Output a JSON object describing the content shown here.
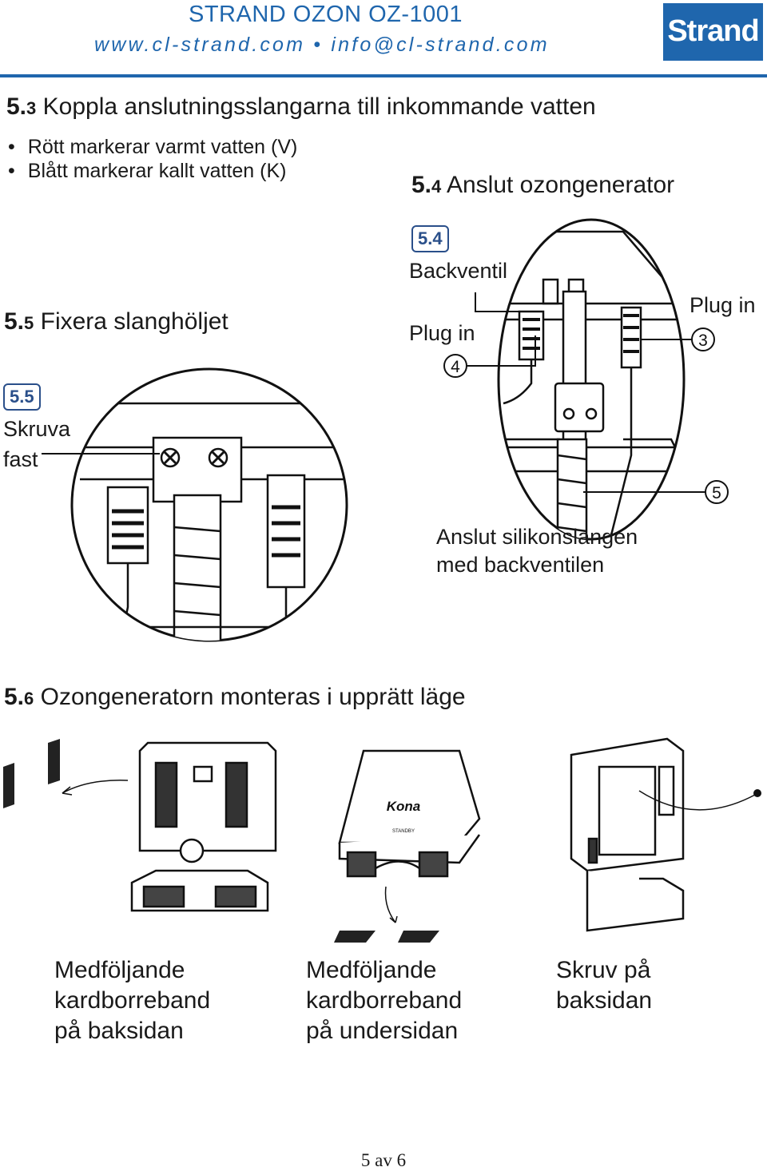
{
  "header": {
    "title": "STRAND OZON OZ-1001",
    "website_line": "www.cl-strand.com • info@cl-strand.com",
    "logo_text": "Strand",
    "brand_color": "#1f66ad"
  },
  "section_5_3": {
    "number": "5.",
    "sub": "3",
    "title": "Koppla anslutningsslangarna till inkommande vatten",
    "bullets": [
      "Rött markerar varmt vatten (V)",
      "Blått markerar kallt vatten (K)"
    ]
  },
  "section_5_4": {
    "number": "5.",
    "sub": "4",
    "title": "Anslut ozongenerator",
    "badge": "5.4",
    "label_backventil": "Backventil",
    "label_plug_in_left": "Plug in",
    "num_left": "4",
    "label_plug_in_right": "Plug in",
    "num_right": "3",
    "num_bottom": "5",
    "caption_line1": "Anslut silikonslangen",
    "caption_line2": "med backventilen"
  },
  "section_5_5": {
    "number": "5.",
    "sub": "5",
    "title": "Fixera slanghöljet",
    "badge": "5.5",
    "label_line1": "Skruva",
    "label_line2": "fast"
  },
  "section_5_6": {
    "number": "5.",
    "sub": "6",
    "title": "Ozongeneratorn monteras i upprätt läge",
    "device_brand": "Kona",
    "device_standby": "STANDBY",
    "captions": [
      {
        "line1": "Medföljande",
        "line2": "kardborreband",
        "line3": "på baksidan"
      },
      {
        "line1": "Medföljande",
        "line2": "kardborreband",
        "line3": "på undersidan"
      },
      {
        "line1": "Skruv på",
        "line2": "baksidan",
        "line3": ""
      }
    ]
  },
  "footer": {
    "page": "5 av 6"
  }
}
